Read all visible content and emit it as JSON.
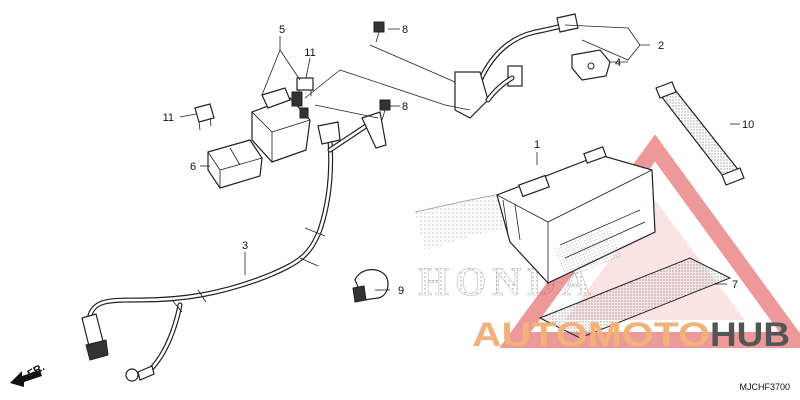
{
  "callouts": [
    {
      "id": "c1",
      "label": "1"
    },
    {
      "id": "c2",
      "label": "2"
    },
    {
      "id": "c3",
      "label": "3"
    },
    {
      "id": "c4",
      "label": "4"
    },
    {
      "id": "c5",
      "label": "5"
    },
    {
      "id": "c6",
      "label": "6"
    },
    {
      "id": "c7",
      "label": "7"
    },
    {
      "id": "c8a",
      "label": "8"
    },
    {
      "id": "c8b",
      "label": "8"
    },
    {
      "id": "c9",
      "label": "9"
    },
    {
      "id": "c10",
      "label": "10"
    },
    {
      "id": "c11a",
      "label": "11"
    },
    {
      "id": "c11b",
      "label": "11"
    }
  ],
  "front_marker": "FR.",
  "diagram_code": "MJCHF3700",
  "watermark": {
    "brand": "HONDA",
    "site_part1": "AUTOMOTO",
    "site_part2": "HUB",
    "colors": {
      "orange": "#f3b27a",
      "gray": "#555555",
      "red": "#e04545"
    }
  }
}
